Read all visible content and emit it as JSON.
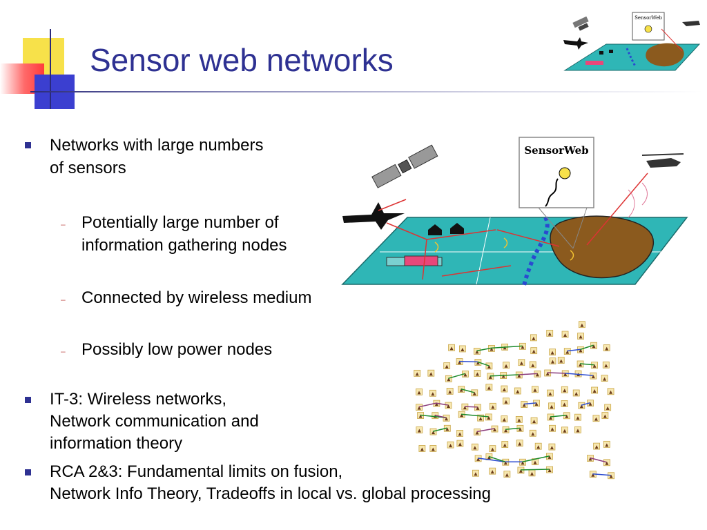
{
  "title": "Sensor web networks",
  "bullets": [
    {
      "lines": [
        "Networks with large numbers",
        "of sensors"
      ]
    },
    {
      "lines": [
        "IT-3: Wireless networks,",
        "Network communication and",
        "information theory"
      ]
    },
    {
      "lines": [
        "RCA 2&3: Fundamental limits on fusion,",
        "Network Info Theory, Tradeoffs in local vs. global processing"
      ]
    }
  ],
  "subbullets": [
    {
      "lines": [
        "Potentially large number of",
        "information gathering nodes"
      ]
    },
    {
      "lines": [
        "Connected by wireless medium"
      ]
    },
    {
      "lines": [
        "Possibly low power nodes"
      ]
    }
  ],
  "illustration": {
    "label": "SensorWeb",
    "thumbnail_label": "SensorWeb"
  },
  "colors": {
    "title": "#2e3192",
    "bullet": "#2e3192",
    "dash": "#c0504d",
    "ground": "#2fb6b6",
    "land": "#8b5a1e"
  }
}
